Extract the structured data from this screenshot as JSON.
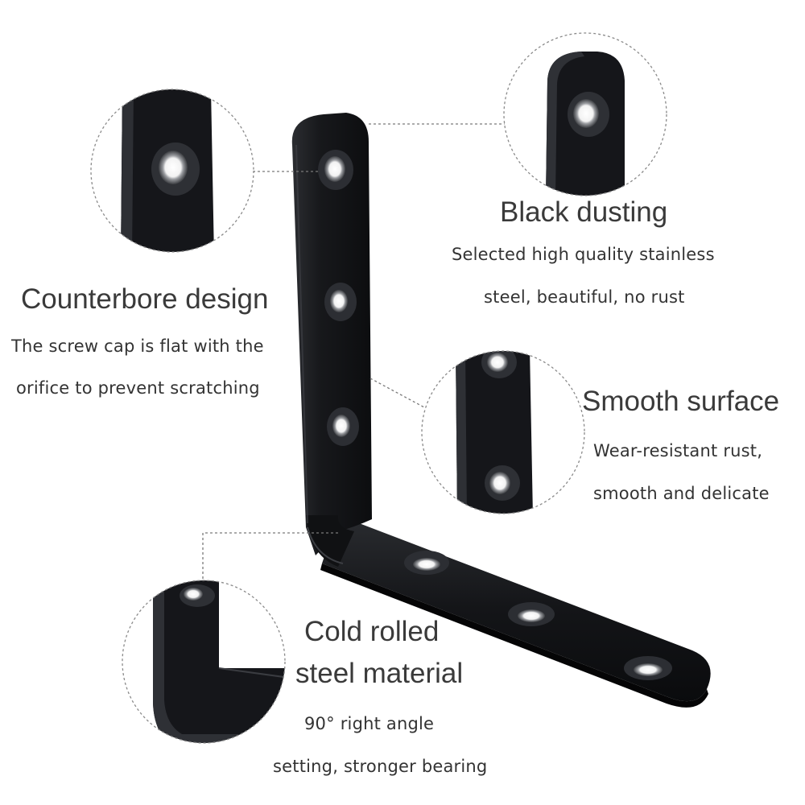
{
  "features": {
    "counterbore": {
      "title": "Counterbore design",
      "line1": "The screw cap is flat with the",
      "line2": "orifice to prevent scratching"
    },
    "black_dusting": {
      "title": "Black dusting",
      "line1": "Selected high quality stainless",
      "line2": "steel, beautiful, no rust"
    },
    "smooth_surface": {
      "title": "Smooth surface",
      "line1": "Wear-resistant rust,",
      "line2": "smooth and delicate"
    },
    "cold_rolled": {
      "title_line1": "Cold rolled",
      "title_line2": "steel material",
      "line1": "90° right angle",
      "line2": "setting, stronger bearing"
    }
  },
  "colors": {
    "bracket": "#131416",
    "text": "#333333",
    "heading": "#3a3a3a",
    "callout_line": "#7a7a7a"
  }
}
